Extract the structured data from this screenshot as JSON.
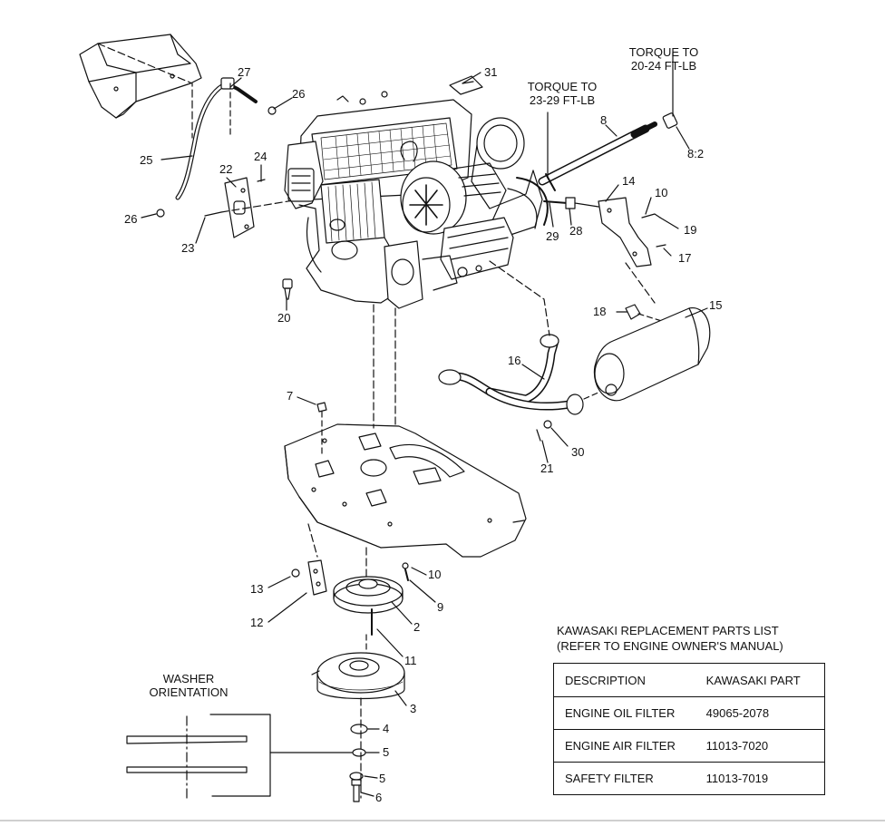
{
  "callouts": [
    {
      "id": "31",
      "text": "31"
    },
    {
      "id": "27",
      "text": "27"
    },
    {
      "id": "26a",
      "text": "26"
    },
    {
      "id": "26b",
      "text": "26"
    },
    {
      "id": "25",
      "text": "25"
    },
    {
      "id": "24",
      "text": "24"
    },
    {
      "id": "22",
      "text": "22"
    },
    {
      "id": "23",
      "text": "23"
    },
    {
      "id": "20",
      "text": "20"
    },
    {
      "id": "8",
      "text": "8"
    },
    {
      "id": "8-2",
      "text": "8:2"
    },
    {
      "id": "14",
      "text": "14"
    },
    {
      "id": "10a",
      "text": "10"
    },
    {
      "id": "19",
      "text": "19"
    },
    {
      "id": "17",
      "text": "17"
    },
    {
      "id": "29",
      "text": "29"
    },
    {
      "id": "28",
      "text": "28"
    },
    {
      "id": "18",
      "text": "18"
    },
    {
      "id": "15",
      "text": "15"
    },
    {
      "id": "16",
      "text": "16"
    },
    {
      "id": "30",
      "text": "30"
    },
    {
      "id": "21",
      "text": "21"
    },
    {
      "id": "7",
      "text": "7"
    },
    {
      "id": "13",
      "text": "13"
    },
    {
      "id": "12",
      "text": "12"
    },
    {
      "id": "10b",
      "text": "10"
    },
    {
      "id": "9",
      "text": "9"
    },
    {
      "id": "2",
      "text": "2"
    },
    {
      "id": "11",
      "text": "11"
    },
    {
      "id": "3",
      "text": "3"
    },
    {
      "id": "4",
      "text": "4"
    },
    {
      "id": "5a",
      "text": "5"
    },
    {
      "id": "5b",
      "text": "5"
    },
    {
      "id": "6",
      "text": "6"
    }
  ],
  "notes": {
    "torque_upper": [
      "TORQUE TO",
      "20-24 FT-LB"
    ],
    "torque_lower": [
      "TORQUE TO",
      "23-29 FT-LB"
    ],
    "washer_orientation": [
      "WASHER",
      "ORIENTATION"
    ]
  },
  "parts_list": {
    "title_line1": "KAWASAKI REPLACEMENT PARTS LIST",
    "title_line2": "(REFER TO ENGINE OWNER'S MANUAL)",
    "headers": [
      "DESCRIPTION",
      "KAWASAKI PART"
    ],
    "rows": [
      [
        "ENGINE OIL FILTER",
        "49065-2078"
      ],
      [
        "ENGINE AIR FILTER",
        "11013-7020"
      ],
      [
        "SAFETY FILTER",
        "11013-7019"
      ]
    ]
  }
}
